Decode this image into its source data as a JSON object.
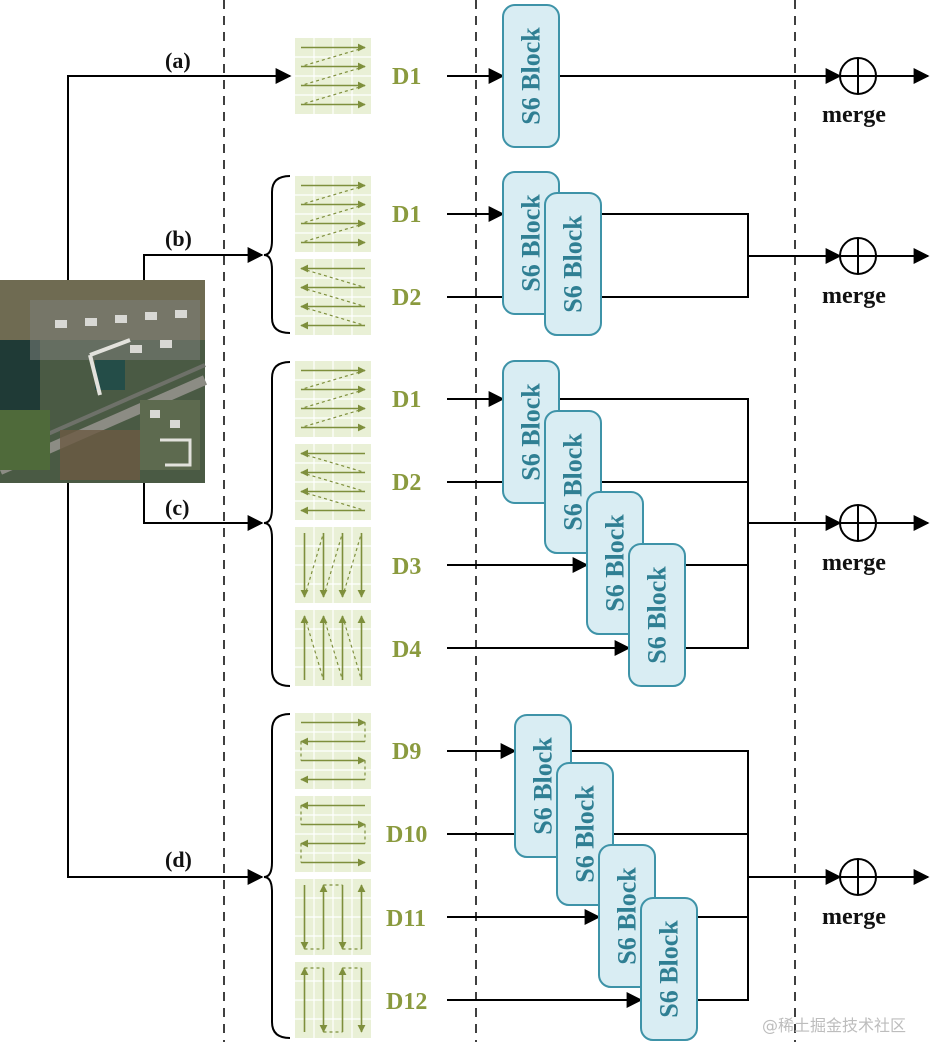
{
  "branches": [
    {
      "label": "(a)",
      "directions": [
        "D1"
      ],
      "merge_label": "merge"
    },
    {
      "label": "(b)",
      "directions": [
        "D1",
        "D2"
      ],
      "merge_label": "merge"
    },
    {
      "label": "(c)",
      "directions": [
        "D1",
        "D2",
        "D3",
        "D4"
      ],
      "merge_label": "merge"
    },
    {
      "label": "(d)",
      "directions": [
        "D9",
        "D10",
        "D11",
        "D12"
      ],
      "merge_label": "merge"
    }
  ],
  "block_label": "S6 Block",
  "input_image": "aerial-satellite-image",
  "watermark": "@稀土掘金技术社区",
  "colors": {
    "block_fill": "#d9edf3",
    "block_stroke": "#3e93a8",
    "block_text": "#2f7f93",
    "direction_text": "#8a9a3e",
    "scan_tile": "#e9f0d6"
  }
}
